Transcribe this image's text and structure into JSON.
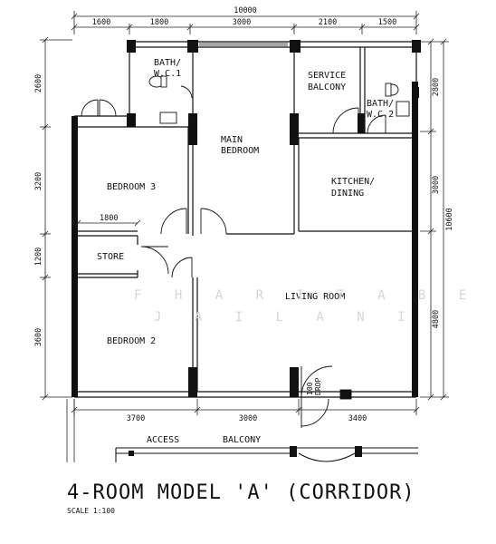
{
  "plan": {
    "title": "4-ROOM MODEL 'A' (CORRIDOR)",
    "scale": "SCALE   1:100",
    "watermark": {
      "line1": "F H A R I T A B E",
      "line2": "J A I L A N I"
    },
    "dimensions_top": {
      "overall": "10000",
      "segments": [
        "1600",
        "1800",
        "3000",
        "2100",
        "1500"
      ]
    },
    "dimensions_left": [
      "2600",
      "3200",
      "1200",
      "3600"
    ],
    "dimensions_right": {
      "overall": "10600",
      "segments": [
        "2800",
        "3000",
        "4800"
      ]
    },
    "dimensions_bottom": [
      "3700",
      "3000",
      "3400"
    ],
    "store_width": "1800",
    "rooms": {
      "bath1_a": "BATH/",
      "bath1_b": "W.C.1",
      "main_bedroom_a": "MAIN",
      "main_bedroom_b": "BEDROOM",
      "service_balcony_a": "SERVICE",
      "service_balcony_b": "BALCONY",
      "bath2_a": "BATH/",
      "bath2_b": "W.C.2",
      "bedroom3": "BEDROOM 3",
      "kitchen_a": "KITCHEN/",
      "kitchen_b": "DINING",
      "store": "STORE",
      "living_room": "LIVING ROOM",
      "bedroom2": "BEDROOM 2",
      "door_a": "100",
      "door_b": "DROP"
    },
    "access_balcony": {
      "left": "ACCESS",
      "right": "BALCONY"
    }
  }
}
